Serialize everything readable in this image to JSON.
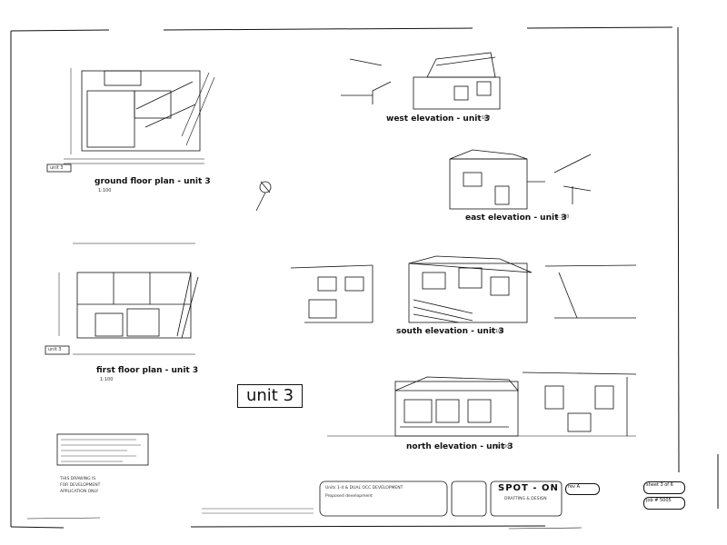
{
  "sheet": {
    "unit_label": "unit 3",
    "views": {
      "ground_floor": {
        "title": "ground floor plan - unit 3",
        "scale": "1:100",
        "tag": "unit 3"
      },
      "first_floor": {
        "title": "first floor plan - unit 3",
        "scale": "1:100",
        "tag": "unit 3"
      },
      "west": {
        "title": "west elevation - unit 3",
        "scale": "1:100"
      },
      "east": {
        "title": "east elevation - unit 3",
        "scale": "1:100"
      },
      "south": {
        "title": "south elevation - unit 3",
        "scale": "1:100"
      },
      "north": {
        "title": "north elevation - unit 3",
        "scale": "1:100"
      }
    },
    "notes": {
      "stamp": [
        "THIS DRAWING IS",
        "FOR DEVELOPMENT",
        "APPLICATION ONLY"
      ]
    },
    "title_block": {
      "project_line1": "Units 1-4 & DUAL OCC DEVELOPMENT",
      "project_line2": "Proposed development",
      "brand": "SPOT - ON",
      "brand_sub": "DRAFTING & DESIGN",
      "sheet_no": "sheet 3 of 6",
      "job_no": "job # 5005",
      "revision": "rev A"
    }
  }
}
